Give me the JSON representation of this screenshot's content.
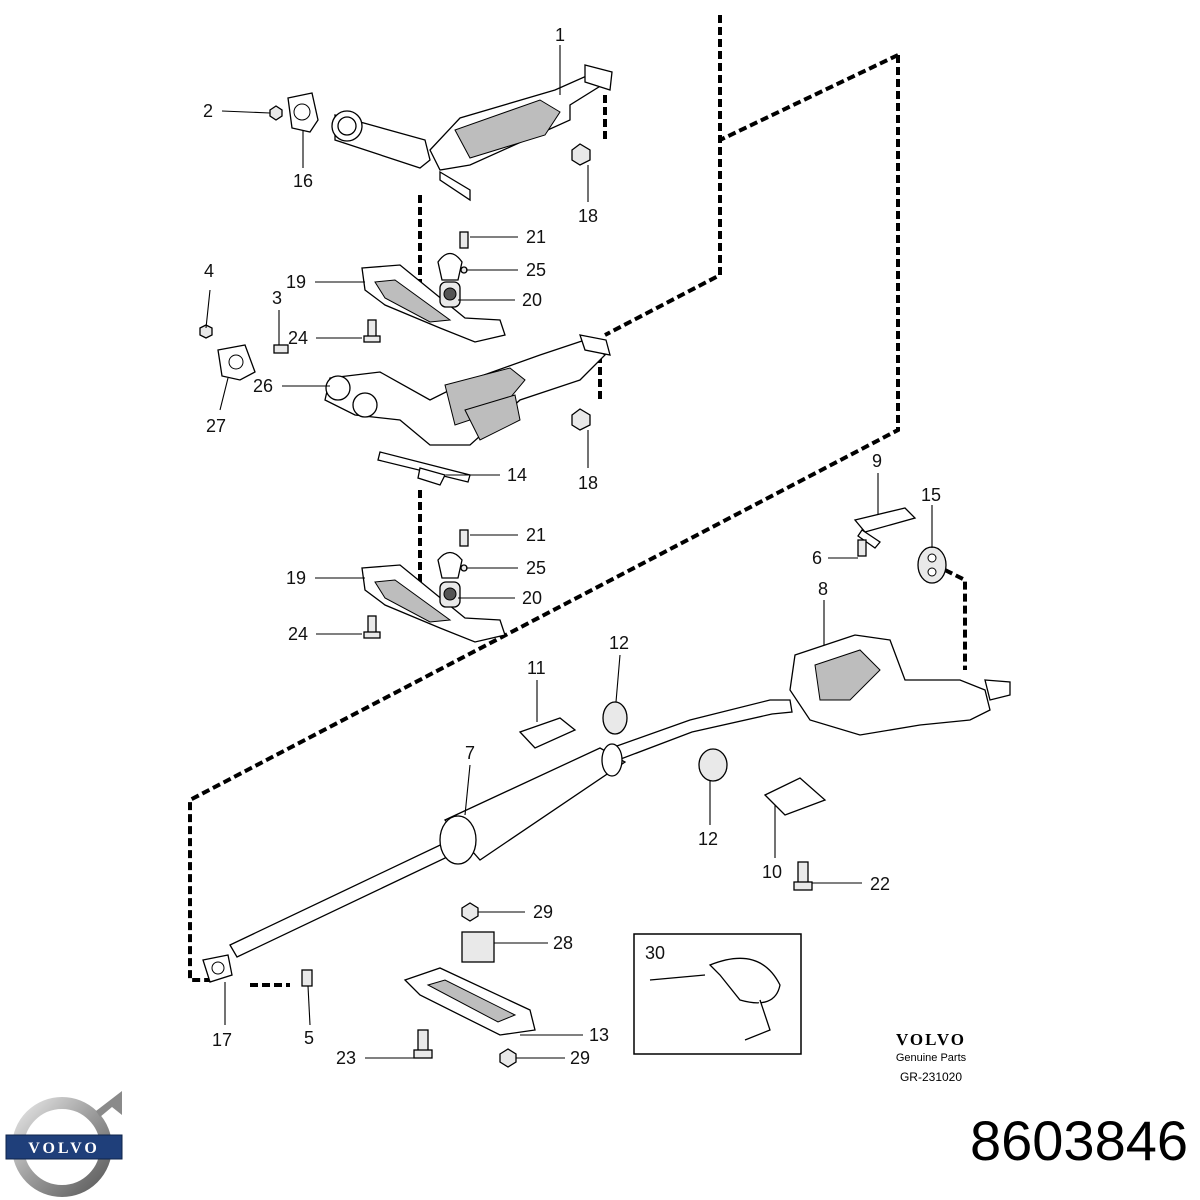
{
  "callouts": {
    "c1": "1",
    "c2": "2",
    "c3": "3",
    "c4": "4",
    "c5": "5",
    "c6": "6",
    "c7": "7",
    "c8": "8",
    "c9": "9",
    "c10": "10",
    "c11": "11",
    "c12a": "12",
    "c12b": "12",
    "c13": "13",
    "c14": "14",
    "c15": "15",
    "c16": "16",
    "c17": "17",
    "c18a": "18",
    "c18b": "18",
    "c19a": "19",
    "c19b": "19",
    "c20a": "20",
    "c20b": "20",
    "c21a": "21",
    "c21b": "21",
    "c22": "22",
    "c23": "23",
    "c24a": "24",
    "c24b": "24",
    "c25a": "25",
    "c25b": "25",
    "c26": "26",
    "c27": "27",
    "c28": "28",
    "c29a": "29",
    "c29b": "29",
    "c30": "30"
  },
  "brand": {
    "word": "VOLVO",
    "subtitle": "Genuine Parts",
    "code": "GR-231020"
  },
  "logo": {
    "text": "VOLVO",
    "icon": "volvo-iron-mark-icon"
  },
  "part_number": "8603846"
}
